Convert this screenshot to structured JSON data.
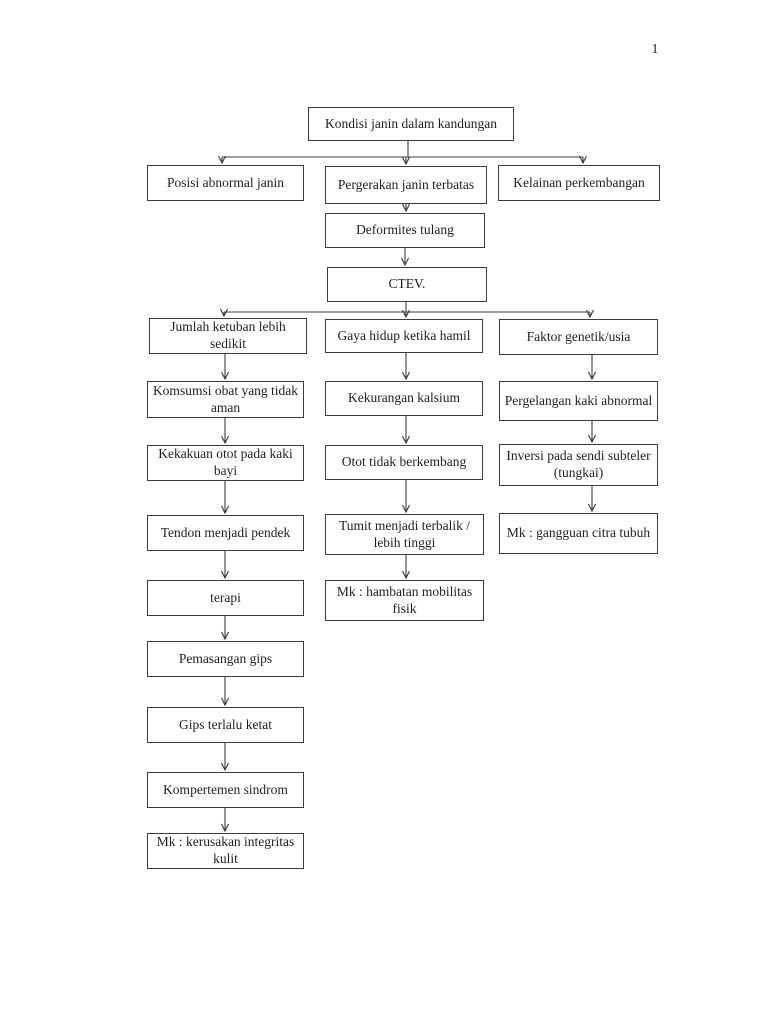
{
  "page": {
    "number": "1"
  },
  "nodes": {
    "kondisi": "Kondisi janin dalam kandungan",
    "posisi": "Posisi abnormal janin",
    "pergerakan": "Pergerakan janin terbatas",
    "kelainan": "Kelainan perkembangan",
    "deformites": "Deformites tulang",
    "ctev": "CTEV.",
    "jumlah": "Jumlah ketuban lebih sedikit",
    "gaya": "Gaya hidup ketika hamil",
    "faktor": "Faktor genetik/usia",
    "komsumsi": "Komsumsi obat yang tidak aman",
    "kekakuan": "Kekakuan otot pada kaki bayi",
    "tendon": "Tendon menjadi pendek",
    "terapi": "terapi",
    "pemasangan": "Pemasangan gips",
    "gips": "Gips terlalu ketat",
    "kompertemen": "Kompertemen sindrom",
    "mk_kulit": "Mk : kerusakan integritas kulit",
    "kekurangan": "Kekurangan kalsium",
    "otot": "Otot tidak berkembang",
    "tumit": "Tumit menjadi terbalik / lebih tinggi",
    "mk_mobilitas": "Mk : hambatan mobilitas fisik",
    "pergelangan": "Pergelangan kaki abnormal",
    "inversi": "Inversi pada sendi subteler (tungkai)",
    "mk_citra": "Mk : gangguan citra tubuh"
  },
  "colors": {
    "line": "#3c3c3c",
    "text": "#1f1f1f",
    "background": "#ffffff"
  }
}
